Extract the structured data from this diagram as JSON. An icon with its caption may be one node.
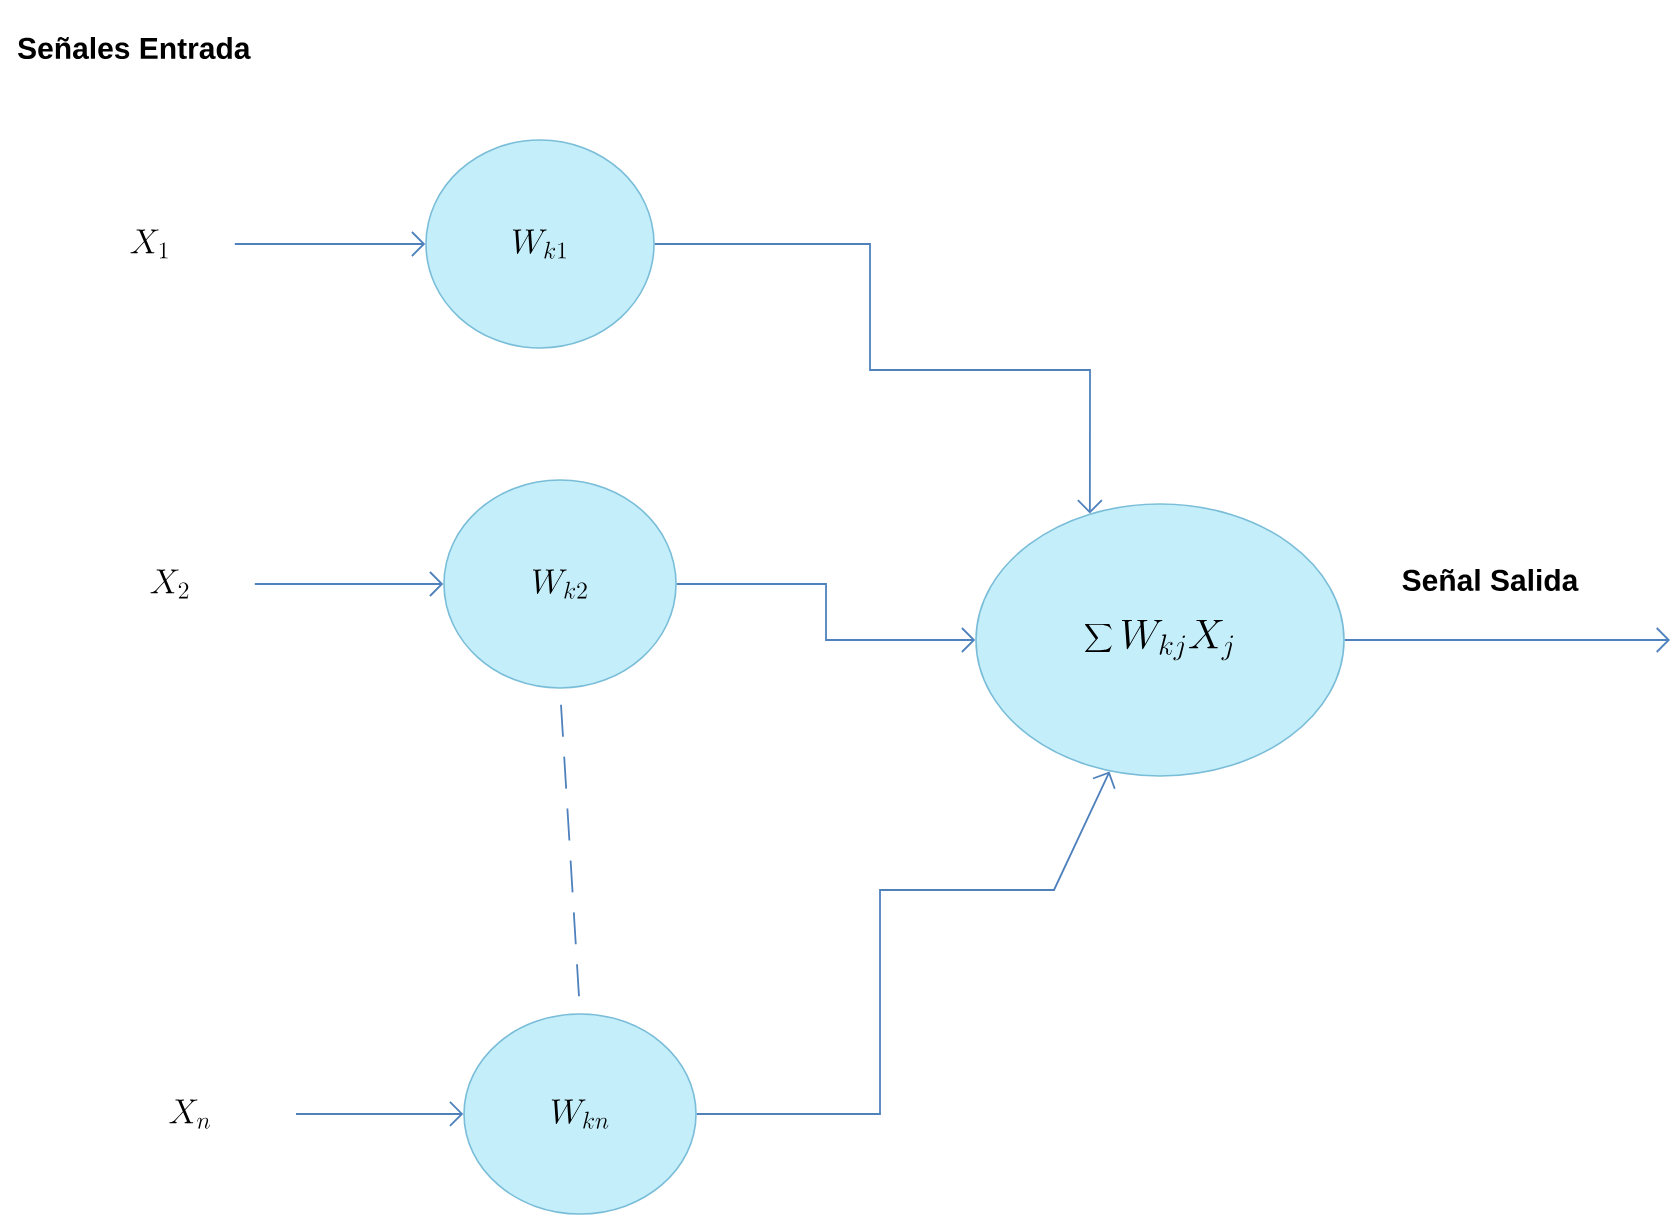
{
  "diagram": {
    "title": "Señales Entrada",
    "nodes": [
      {
        "text": [
          "X_{1}"
        ]
      },
      {
        "text": [
          "W_{k1}"
        ]
      },
      {
        "text": [
          "X_{2}"
        ]
      },
      {
        "text": [
          "W_{k2}"
        ]
      },
      {
        "text": [
          "X_{n}"
        ]
      },
      {
        "text": [
          "W_{kn}"
        ]
      },
      {
        "text": [
          "\\sum W_{kj}X_{j}"
        ]
      }
    ],
    "edges": [
      {
        "from": 0,
        "to": 1,
        "arrow": "to"
      },
      {
        "from": 2,
        "to": 3,
        "arrow": "to"
      },
      {
        "from": 4,
        "to": 5,
        "arrow": "to"
      },
      {
        "from": 1,
        "to": 6,
        "arrow": "to"
      },
      {
        "from": 3,
        "to": 6,
        "arrow": "to"
      },
      {
        "from": 5,
        "to": 6,
        "arrow": "to"
      },
      {
        "from": 3,
        "to": 5,
        "arrow": "none",
        "style": "dashed"
      },
      {
        "from": 6,
        "to": null,
        "arrow": "to",
        "label": "Señal Salida"
      }
    ]
  }
}
